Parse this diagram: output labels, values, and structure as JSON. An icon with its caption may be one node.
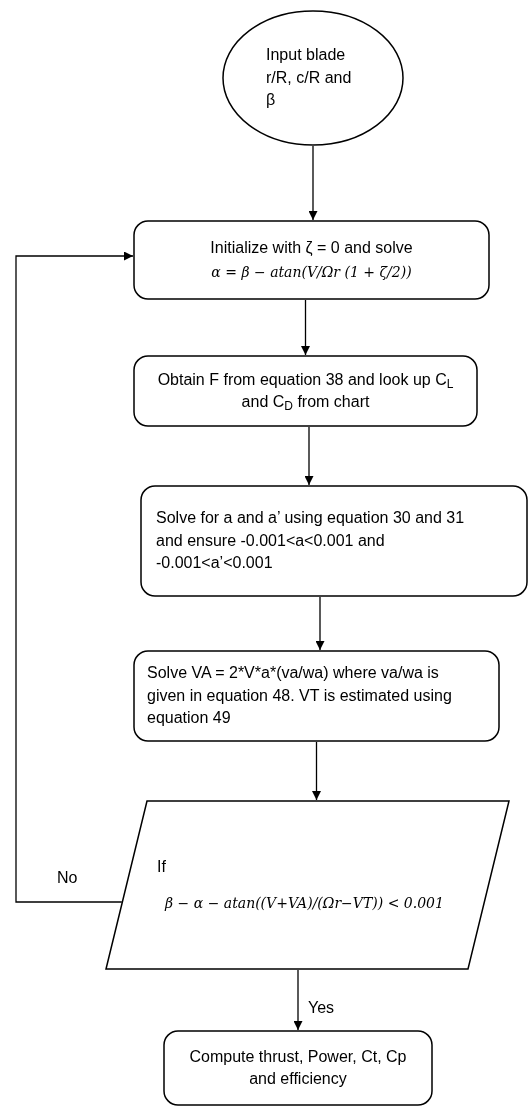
{
  "diagram": {
    "nodes": [
      {
        "text": [
          "Input blade r/R, c/R and β"
        ]
      },
      {
        "text": [
          "Initialize with ζ = 0 and solve",
          "α = β − atan(V/Ωr (1 + ζ/2))"
        ]
      },
      {
        "text": [
          "Obtain F from equation 38 and look up C$_{L}$ and C$_{D}$ from chart"
        ]
      },
      {
        "text": [
          "Solve for a and a’ using equation 30 and 31 and ensure -0.001<a<0.001 and -0.001<a’<0.001"
        ]
      },
      {
        "text": [
          "Solve VA = 2*V*a*(va/wa) where va/wa is given in equation 48. VT is estimated using equation 49"
        ]
      },
      {
        "text": [
          "If",
          "β − α − atan((V+VA)/(Ωr−VT)) < 0.001"
        ]
      },
      {
        "text": [
          "Compute thrust, Power, Ct, Cp and efficiency"
        ]
      }
    ],
    "edges": [
      {
        "from": 0,
        "to": 1,
        "arrow": "to"
      },
      {
        "from": 1,
        "to": 2,
        "arrow": "to"
      },
      {
        "from": 2,
        "to": 3,
        "arrow": "to"
      },
      {
        "from": 3,
        "to": 4,
        "arrow": "to"
      },
      {
        "from": 4,
        "to": 5,
        "arrow": "to"
      },
      {
        "from": 5,
        "to": 1,
        "arrow": "to",
        "label": "No"
      },
      {
        "from": 5,
        "to": 6,
        "arrow": "to",
        "label": "Yes"
      }
    ]
  }
}
